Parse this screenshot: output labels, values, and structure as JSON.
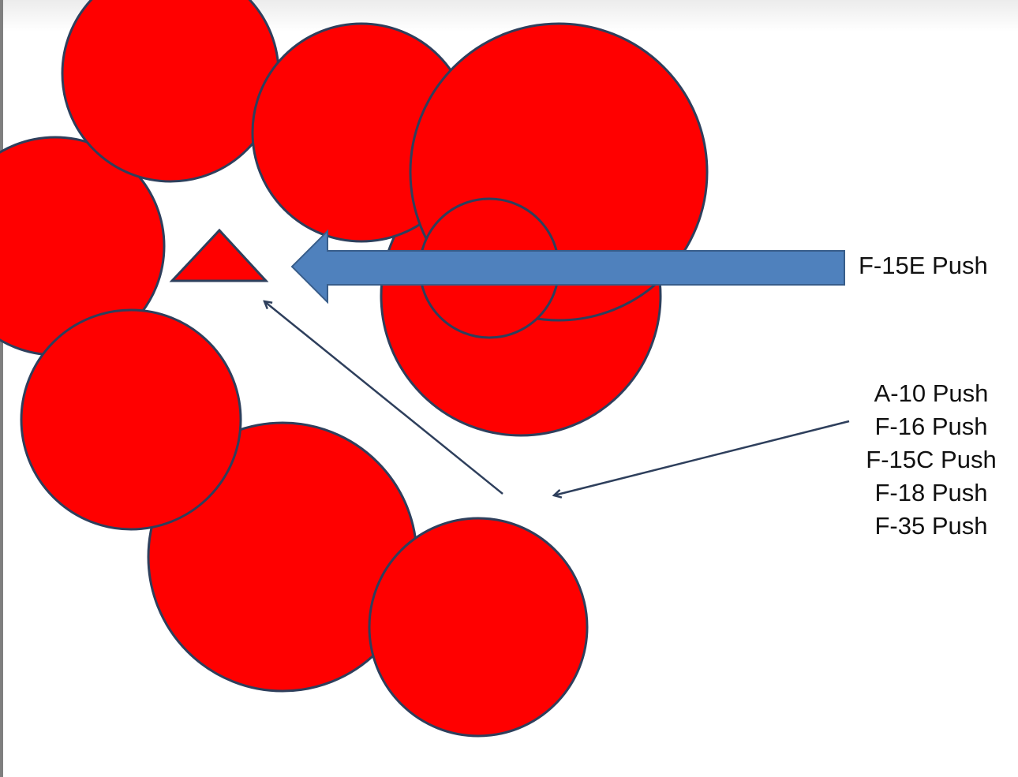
{
  "labels": {
    "f15e": "F-15E Push",
    "group": [
      "A-10 Push",
      "F-16 Push",
      "F-15C Push",
      "F-18 Push",
      "F-35 Push"
    ]
  },
  "colors": {
    "threat_fill": "#ff0000",
    "outline": "#2e3f5c",
    "arrow_fill": "#4f81bd",
    "arrow_stroke": "#385d8a"
  }
}
